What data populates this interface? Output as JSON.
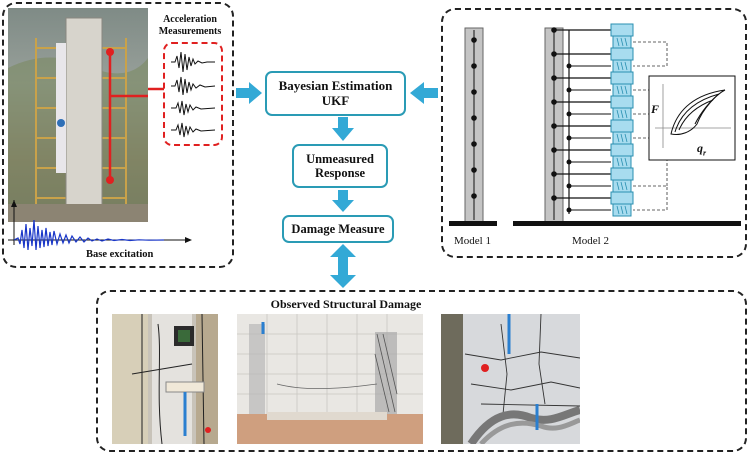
{
  "left_panel": {
    "acceleration_label": "Acceleration Measurements",
    "base_excitation_label": "Base excitation"
  },
  "flow": {
    "box1_line1": "Bayesian Estimation",
    "box1_line2": "UKF",
    "box2_line1": "Unmeasured",
    "box2_line2": "Response",
    "box3": "Damage Measure"
  },
  "right_panel": {
    "model1_label": "Model 1",
    "model2_label": "Model 2",
    "hysteresis_y_label": "F",
    "hysteresis_x_label": "q",
    "hysteresis_x_subscript": "r"
  },
  "bottom_panel": {
    "title": "Observed Structural Damage"
  },
  "colors": {
    "accent_arrow": "#33a9d6",
    "box_border": "#2a9bb5",
    "measure_red": "#e02020",
    "signal_blue": "#1a37c8",
    "spring_fill": "#a8dcef"
  }
}
